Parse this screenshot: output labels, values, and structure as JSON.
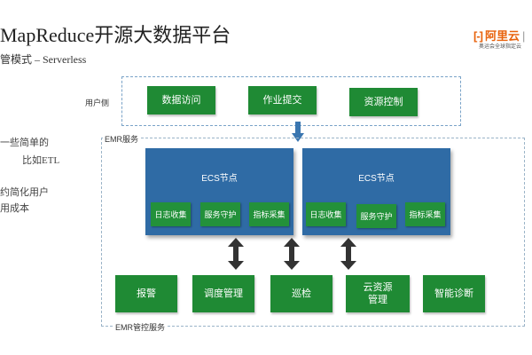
{
  "header": {
    "title": "MapReduce开源大数据平台",
    "subtitle": "管模式 – Serverless"
  },
  "brand": {
    "logo_text": "阿里云",
    "separator": "|",
    "slogan": "奥运会全球指定云"
  },
  "side_notes": {
    "line1": "一些简单的",
    "line2": "比如ETL",
    "line3": "约简化用户",
    "line4": "用成本"
  },
  "user_side": {
    "label": "用户侧",
    "buttons": [
      "数据访问",
      "作业提交",
      "资源控制"
    ]
  },
  "emr_service": {
    "label": "EMR服务",
    "nodes": [
      {
        "title": "ECS节点",
        "services": [
          "日志收集",
          "服务守护",
          "指标采集"
        ]
      },
      {
        "title": "ECS节点",
        "services": [
          "日志收集",
          "服务守护",
          "指标采集"
        ]
      }
    ]
  },
  "control_service": {
    "label": "EMR管控服务",
    "modules": [
      "报警",
      "调度管理",
      "巡检",
      "云资源\n管理",
      "智能诊断"
    ]
  },
  "colors": {
    "green": "#1f8a34",
    "ecs_blue": "#2f6ba5",
    "arrow_blue": "#3a76b0",
    "arrow_dark": "#333333",
    "brand_orange": "#e8620c"
  }
}
